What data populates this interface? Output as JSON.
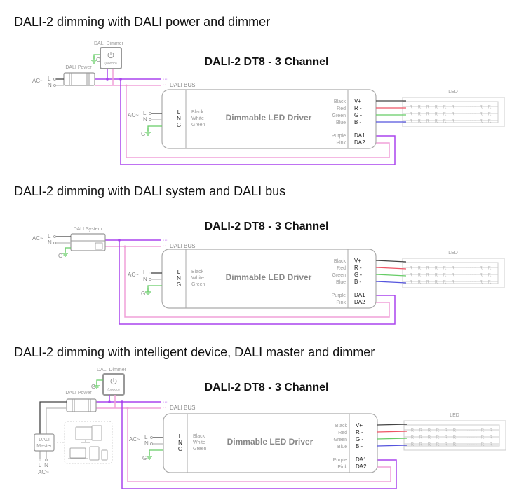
{
  "colors": {
    "black_wire": "#444444",
    "red_wire": "#ee5566",
    "green_wire": "#66cc66",
    "blue_wire": "#5555dd",
    "purple_wire": "#aa44ee",
    "pink_wire": "#f0a0d8",
    "grey_wire": "#bbbbbb",
    "outline": "#bbbbbb"
  },
  "common": {
    "driver_title": "DALI-2  DT8 - 3 Channel",
    "driver_label": "Dimmable LED Driver",
    "input_terminals": [
      "L",
      "N",
      "G"
    ],
    "input_wire_colors": [
      "Black",
      "White",
      "Green"
    ],
    "output_wire_colors": [
      "Black",
      "Red",
      "Green",
      "Blue"
    ],
    "output_terminals": [
      "V+",
      "R -",
      "G -",
      "B -"
    ],
    "dali_wire_colors": [
      "Purple",
      "Pink"
    ],
    "dali_terminals": [
      "DA1",
      "DA2"
    ],
    "ac_label": "AC~",
    "l_label": "L",
    "n_label": "N",
    "ground_label": "G",
    "bus_label": "DALI  BUS",
    "led_label": "LED"
  },
  "sections": [
    {
      "heading": "DALI-2 dimming with DALI power and dimmer",
      "devices": {
        "dimmer": "DALI Dimmer",
        "power": "DALI Power"
      }
    },
    {
      "heading": "DALI-2 dimming with DALI system and DALI bus",
      "devices": {
        "system": "DALI System"
      }
    },
    {
      "heading": "DALI-2 dimming with intelligent device, DALI master and dimmer",
      "devices": {
        "dimmer": "DALI Dimmer",
        "power": "DALI Power",
        "master_line1": "DALI",
        "master_line2": "Master"
      }
    }
  ]
}
